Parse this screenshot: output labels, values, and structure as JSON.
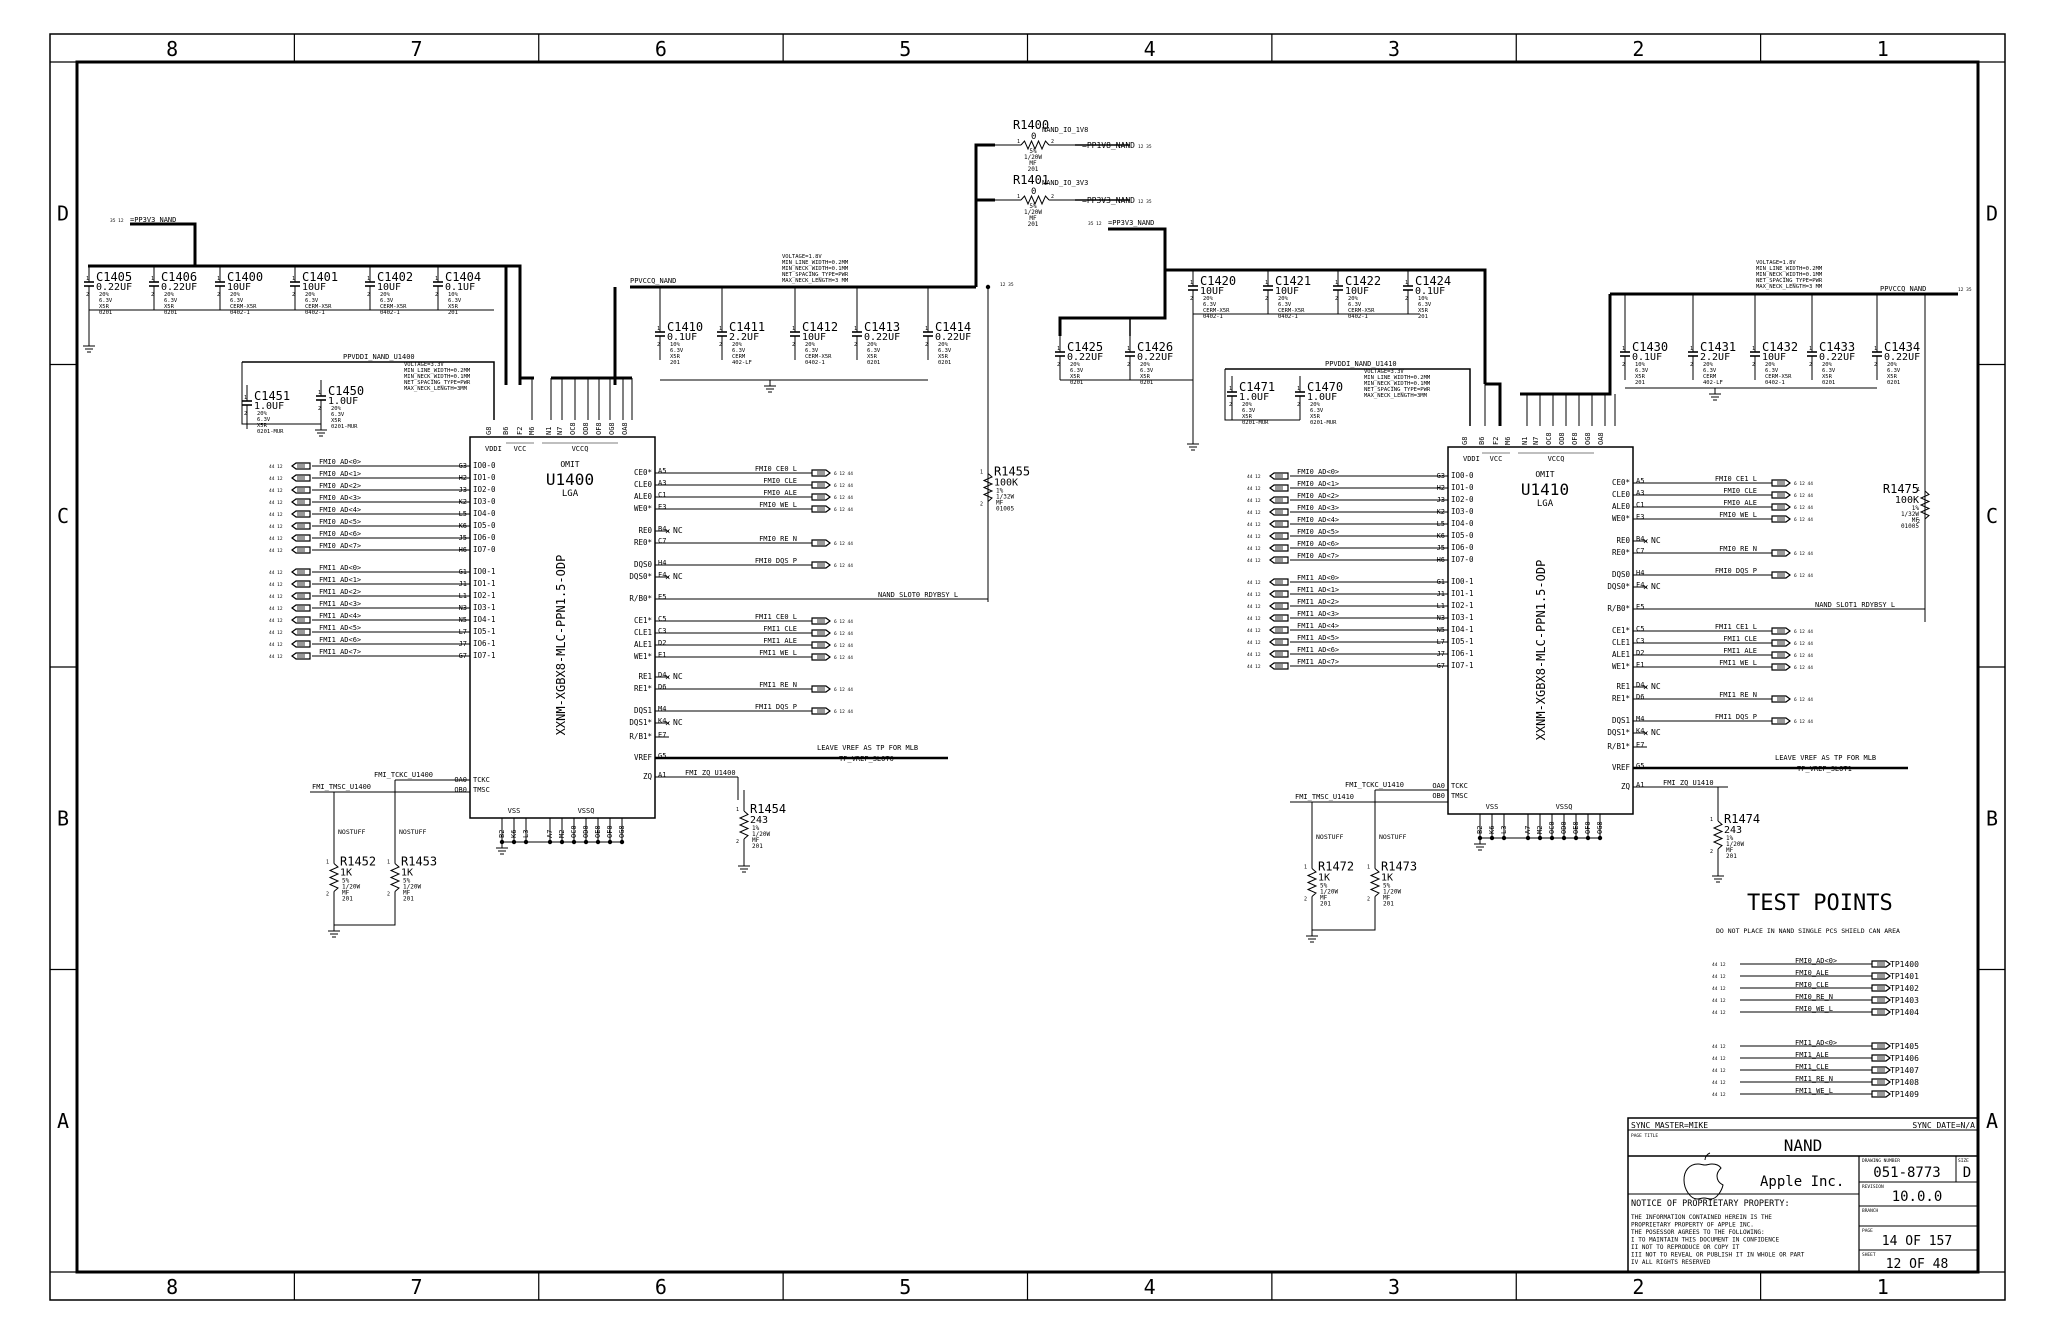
{
  "sheet": {
    "title": "NAND",
    "sync_master": "SYNC_MASTER=MIKE",
    "sync_date": "SYNC_DATE=N/A",
    "page_title_label": "PAGE TITLE",
    "company": "Apple Inc.",
    "drawing_number_label": "DRAWING NUMBER",
    "drawing_number": "051-8773",
    "size_label": "SIZE",
    "size": "D",
    "revision_label": "REVISION",
    "revision": "10.0.0",
    "branch_label": "BRANCH",
    "page_label": "PAGE",
    "page": "14 OF 157",
    "sheet_label": "SHEET",
    "sheet_no": "12 OF 48",
    "notice_title": "NOTICE OF PROPRIETARY PROPERTY:",
    "notice_lines": [
      "THE INFORMATION CONTAINED HEREIN IS THE",
      "PROPRIETARY PROPERTY OF APPLE INC.",
      "THE POSESSOR AGREES TO THE FOLLOWING:",
      "I TO MAINTAIN THIS DOCUMENT IN CONFIDENCE",
      "II NOT TO REPRODUCE OR COPY IT",
      "III NOT TO REVEAL OR PUBLISH IT IN WHOLE OR PART",
      "IV ALL RIGHTS RESERVED"
    ]
  },
  "frame": {
    "columns": [
      "8",
      "7",
      "6",
      "5",
      "4",
      "3",
      "2",
      "1"
    ],
    "rows": [
      "D",
      "C",
      "B",
      "A"
    ]
  },
  "rails": {
    "pp3v3_nand_left": "=PP3V3_NAND",
    "pp3v3_nand_right": "=PP3V3_NAND",
    "ppvcco_nand_left": "PPVCCQ_NAND",
    "ppvcco_nand_right": "PPVCCQ_NAND",
    "ppvddi_u1400": "PPVDDI_NAND_U1400",
    "ppvddi_u1410": "PPVDDI_NAND_U1410",
    "nand_io_1v8": "NAND_IO_1V8",
    "nand_io_3v3": "NAND_IO_3V3",
    "pp1v8_nand": "=PP1V8_NAND",
    "pp3v3_nand_mid": "=PP3V3_NAND",
    "rule_vccq": [
      "VOLTAGE=1.8V",
      "MIN_LINE_WIDTH=0.2MM",
      "MIN_NECK_WIDTH=0.1MM",
      "NET_SPACING_TYPE=PWR",
      "MAX_NECK_LENGTH=3 MM"
    ],
    "rule_vddi": [
      "VOLTAGE=3.3V",
      "MIN_LINE_WIDTH=0.2MM",
      "MIN_NECK_WIDTH=0.1MM",
      "NET_SPACING_TYPE=PWR",
      "MAX_NECK_LENGTH=3MM"
    ]
  },
  "resistors": {
    "r1400": {
      "ref": "R1400",
      "val": "0",
      "spec": [
        "5%",
        "1/20W",
        "MF",
        "201"
      ]
    },
    "r1401": {
      "ref": "R1401",
      "val": "0",
      "spec": [
        "5%",
        "1/20W",
        "MF",
        "201"
      ]
    },
    "r1455": {
      "ref": "R1455",
      "val": "100K",
      "spec": [
        "1%",
        "1/32W",
        "MF",
        "01005"
      ]
    },
    "r1475": {
      "ref": "R1475",
      "val": "100K",
      "spec": [
        "1%",
        "1/32W",
        "MF",
        "01005"
      ]
    },
    "r1454": {
      "ref": "R1454",
      "val": "243",
      "spec": [
        "1%",
        "1/20W",
        "MF",
        "201"
      ]
    },
    "r1474": {
      "ref": "R1474",
      "val": "243",
      "spec": [
        "1%",
        "1/20W",
        "MF",
        "201"
      ]
    },
    "r1452": {
      "ref": "R1452",
      "val": "1K",
      "spec": [
        "5%",
        "1/20W",
        "MF",
        "201"
      ],
      "note": "NOSTUFF"
    },
    "r1453": {
      "ref": "R1453",
      "val": "1K",
      "spec": [
        "5%",
        "1/20W",
        "MF",
        "201"
      ],
      "note": "NOSTUFF"
    },
    "r1472": {
      "ref": "R1472",
      "val": "1K",
      "spec": [
        "5%",
        "1/20W",
        "MF",
        "201"
      ],
      "note": "NOSTUFF"
    },
    "r1473": {
      "ref": "R1473",
      "val": "1K",
      "spec": [
        "5%",
        "1/20W",
        "MF",
        "201"
      ],
      "note": "NOSTUFF"
    }
  },
  "caps_top_left": [
    {
      "ref": "C1405",
      "val": "0.22UF",
      "spec": [
        "20%",
        "6.3V",
        "X5R",
        "0201"
      ]
    },
    {
      "ref": "C1406",
      "val": "0.22UF",
      "spec": [
        "20%",
        "6.3V",
        "X5R",
        "0201"
      ]
    },
    {
      "ref": "C1400",
      "val": "10UF",
      "spec": [
        "20%",
        "6.3V",
        "CERM-X5R",
        "0402-1"
      ]
    },
    {
      "ref": "C1401",
      "val": "10UF",
      "spec": [
        "20%",
        "6.3V",
        "CERM-X5R",
        "0402-1"
      ]
    },
    {
      "ref": "C1402",
      "val": "10UF",
      "spec": [
        "20%",
        "6.3V",
        "CERM-X5R",
        "0402-1"
      ]
    },
    {
      "ref": "C1404",
      "val": "0.1UF",
      "spec": [
        "10%",
        "6.3V",
        "X5R",
        "201"
      ]
    }
  ],
  "caps_vccq_left": [
    {
      "ref": "C1410",
      "val": "0.1UF",
      "spec": [
        "10%",
        "6.3V",
        "X5R",
        "201"
      ]
    },
    {
      "ref": "C1411",
      "val": "2.2UF",
      "spec": [
        "20%",
        "6.3V",
        "CERM",
        "402-LF"
      ]
    },
    {
      "ref": "C1412",
      "val": "10UF",
      "spec": [
        "20%",
        "6.3V",
        "CERM-X5R",
        "0402-1"
      ]
    },
    {
      "ref": "C1413",
      "val": "0.22UF",
      "spec": [
        "20%",
        "6.3V",
        "X5R",
        "0201"
      ]
    },
    {
      "ref": "C1414",
      "val": "0.22UF",
      "spec": [
        "20%",
        "6.3V",
        "X5R",
        "0201"
      ]
    }
  ],
  "caps_vddi_left": [
    {
      "ref": "C1451",
      "val": "1.0UF",
      "spec": [
        "20%",
        "6.3V",
        "X5R",
        "0201-MUR"
      ]
    },
    {
      "ref": "C1450",
      "val": "1.0UF",
      "spec": [
        "20%",
        "6.3V",
        "X5R",
        "0201-MUR"
      ]
    }
  ],
  "caps_right_low": [
    {
      "ref": "C1425",
      "val": "0.22UF",
      "spec": [
        "20%",
        "6.3V",
        "X5R",
        "0201"
      ]
    },
    {
      "ref": "C1426",
      "val": "0.22UF",
      "spec": [
        "20%",
        "6.3V",
        "X5R",
        "0201"
      ]
    }
  ],
  "caps_top_right": [
    {
      "ref": "C1420",
      "val": "10UF",
      "spec": [
        "20%",
        "6.3V",
        "CERM-X5R",
        "0402-1"
      ]
    },
    {
      "ref": "C1421",
      "val": "10UF",
      "spec": [
        "20%",
        "6.3V",
        "CERM-X5R",
        "0402-1"
      ]
    },
    {
      "ref": "C1422",
      "val": "10UF",
      "spec": [
        "20%",
        "6.3V",
        "CERM-X5R",
        "0402-1"
      ]
    },
    {
      "ref": "C1424",
      "val": "0.1UF",
      "spec": [
        "10%",
        "6.3V",
        "X5R",
        "201"
      ]
    }
  ],
  "caps_vddi_right": [
    {
      "ref": "C1471",
      "val": "1.0UF",
      "spec": [
        "20%",
        "6.3V",
        "X5R",
        "0201-MUR"
      ]
    },
    {
      "ref": "C1470",
      "val": "1.0UF",
      "spec": [
        "20%",
        "6.3V",
        "X5R",
        "0201-MUR"
      ]
    }
  ],
  "caps_vccq_right": [
    {
      "ref": "C1430",
      "val": "0.1UF",
      "spec": [
        "10%",
        "6.3V",
        "X5R",
        "201"
      ]
    },
    {
      "ref": "C1431",
      "val": "2.2UF",
      "spec": [
        "20%",
        "6.3V",
        "CERM",
        "402-LF"
      ]
    },
    {
      "ref": "C1432",
      "val": "10UF",
      "spec": [
        "20%",
        "6.3V",
        "CERM-X5R",
        "0402-1"
      ]
    },
    {
      "ref": "C1433",
      "val": "0.22UF",
      "spec": [
        "20%",
        "6.3V",
        "X5R",
        "0201"
      ]
    },
    {
      "ref": "C1434",
      "val": "0.22UF",
      "spec": [
        "20%",
        "6.3V",
        "X5R",
        "0201"
      ]
    }
  ],
  "u1400": {
    "ref": "U1400",
    "pkg": "LGA",
    "omit": "OMIT",
    "part": "XXNM-XGBX8-MLC-PPN1.5-ODP",
    "top_pins": [
      "G8",
      "B6",
      "F2",
      "M6",
      "N1",
      "N7",
      "OC8",
      "OD8",
      "OF8",
      "OG8",
      "OA8"
    ],
    "top_groups": [
      "VDDI",
      "VCC",
      "VCCQ"
    ],
    "bottom_pins": [
      "B2",
      "K6",
      "L3",
      "A7",
      "M2",
      "OC0",
      "OD0",
      "OE8",
      "OF0",
      "OG8"
    ],
    "bottom_groups": [
      "VSS",
      "VSSQ"
    ],
    "left_pins": [
      {
        "pin": "G3",
        "name": "IO0-0",
        "net": "FMI0_AD<0>"
      },
      {
        "pin": "H2",
        "name": "IO1-0",
        "net": "FMI0_AD<1>"
      },
      {
        "pin": "J3",
        "name": "IO2-0",
        "net": "FMI0_AD<2>"
      },
      {
        "pin": "K2",
        "name": "IO3-0",
        "net": "FMI0_AD<3>"
      },
      {
        "pin": "L5",
        "name": "IO4-0",
        "net": "FMI0_AD<4>"
      },
      {
        "pin": "K6",
        "name": "IO5-0",
        "net": "FMI0_AD<5>"
      },
      {
        "pin": "J5",
        "name": "IO6-0",
        "net": "FMI0_AD<6>"
      },
      {
        "pin": "H6",
        "name": "IO7-0",
        "net": "FMI0_AD<7>"
      },
      {
        "pin": "G1",
        "name": "IO0-1",
        "net": "FMI1_AD<0>"
      },
      {
        "pin": "J1",
        "name": "IO1-1",
        "net": "FMI1_AD<1>"
      },
      {
        "pin": "L1",
        "name": "IO2-1",
        "net": "FMI1_AD<2>"
      },
      {
        "pin": "N3",
        "name": "IO3-1",
        "net": "FMI1_AD<3>"
      },
      {
        "pin": "N5",
        "name": "IO4-1",
        "net": "FMI1_AD<4>"
      },
      {
        "pin": "L7",
        "name": "IO5-1",
        "net": "FMI1_AD<5>"
      },
      {
        "pin": "J7",
        "name": "IO6-1",
        "net": "FMI1_AD<6>"
      },
      {
        "pin": "G7",
        "name": "IO7-1",
        "net": "FMI1_AD<7>"
      }
    ],
    "right_pins": [
      {
        "name": "CE0*",
        "pin": "A5",
        "net": "FMI0_CE0_L"
      },
      {
        "name": "CLE0",
        "pin": "A3",
        "net": "FMI0_CLE"
      },
      {
        "name": "ALE0",
        "pin": "C1",
        "net": "FMI0_ALE"
      },
      {
        "name": "WE0*",
        "pin": "E3",
        "net": "FMI0_WE_L"
      },
      {
        "name": "RE0",
        "pin": "B4",
        "net": "NC"
      },
      {
        "name": "RE0*",
        "pin": "C7",
        "net": "FMI0_RE_N"
      },
      {
        "name": "DQS0",
        "pin": "H4",
        "net": "FMI0_DQS_P"
      },
      {
        "name": "DQS0*",
        "pin": "F4",
        "net": "NC"
      },
      {
        "name": "R/B0*",
        "pin": "E5",
        "net": "NAND_SLOT0_RDYBSY_L"
      },
      {
        "name": "CE1*",
        "pin": "C5",
        "net": "FMI1_CE0_L"
      },
      {
        "name": "CLE1",
        "pin": "C3",
        "net": "FMI1_CLE"
      },
      {
        "name": "ALE1",
        "pin": "D2",
        "net": "FMI1_ALE"
      },
      {
        "name": "WE1*",
        "pin": "E1",
        "net": "FMI1_WE_L"
      },
      {
        "name": "RE1",
        "pin": "D4",
        "net": "NC"
      },
      {
        "name": "RE1*",
        "pin": "D6",
        "net": "FMI1_RE_N"
      },
      {
        "name": "DQS1",
        "pin": "M4",
        "net": "FMI1_DQS_P"
      },
      {
        "name": "DQS1*",
        "pin": "K4",
        "net": "NC"
      },
      {
        "name": "R/B1*",
        "pin": "E7",
        "net": ""
      },
      {
        "name": "VREF",
        "pin": "G5",
        "net": ""
      },
      {
        "name": "ZQ",
        "pin": "A1",
        "net": "FMI_ZQ_U1400"
      }
    ],
    "tckc": "TCKC",
    "tmsc": "TMSC",
    "oa0": "OA0",
    "ob0": "OB0",
    "tckc_net": "FMI_TCKC_U1400",
    "tmsc_net": "FMI_TMSC_U1400",
    "vref_note": [
      "LEAVE VREF AS TP FOR MLB",
      "TP_VREF_SLOT0"
    ]
  },
  "u1410": {
    "ref": "U1410",
    "pkg": "LGA",
    "omit": "OMIT",
    "part": "XXNM-XGBX8-MLC-PPN1.5-ODP",
    "top_pins": [
      "G8",
      "B6",
      "F2",
      "M6",
      "N1",
      "N7",
      "OC8",
      "OD8",
      "OF8",
      "OG8",
      "OA8"
    ],
    "top_groups": [
      "VDDI",
      "VCC",
      "VCCQ"
    ],
    "bottom_pins": [
      "B2",
      "K6",
      "L3",
      "A7",
      "M2",
      "OC0",
      "OD0",
      "OE8",
      "OF0",
      "OG8"
    ],
    "bottom_groups": [
      "VSS",
      "VSSQ"
    ],
    "left_pins": [
      {
        "pin": "G3",
        "name": "IO0-0",
        "net": "FMI0_AD<0>"
      },
      {
        "pin": "H2",
        "name": "IO1-0",
        "net": "FMI0_AD<1>"
      },
      {
        "pin": "J3",
        "name": "IO2-0",
        "net": "FMI0_AD<2>"
      },
      {
        "pin": "K2",
        "name": "IO3-0",
        "net": "FMI0_AD<3>"
      },
      {
        "pin": "L5",
        "name": "IO4-0",
        "net": "FMI0_AD<4>"
      },
      {
        "pin": "K6",
        "name": "IO5-0",
        "net": "FMI0_AD<5>"
      },
      {
        "pin": "J5",
        "name": "IO6-0",
        "net": "FMI0_AD<6>"
      },
      {
        "pin": "H6",
        "name": "IO7-0",
        "net": "FMI0_AD<7>"
      },
      {
        "pin": "G1",
        "name": "IO0-1",
        "net": "FMI1_AD<0>"
      },
      {
        "pin": "J1",
        "name": "IO1-1",
        "net": "FMI1_AD<1>"
      },
      {
        "pin": "L1",
        "name": "IO2-1",
        "net": "FMI1_AD<2>"
      },
      {
        "pin": "N3",
        "name": "IO3-1",
        "net": "FMI1_AD<3>"
      },
      {
        "pin": "N5",
        "name": "IO4-1",
        "net": "FMI1_AD<4>"
      },
      {
        "pin": "L7",
        "name": "IO5-1",
        "net": "FMI1_AD<5>"
      },
      {
        "pin": "J7",
        "name": "IO6-1",
        "net": "FMI1_AD<6>"
      },
      {
        "pin": "G7",
        "name": "IO7-1",
        "net": "FMI1_AD<7>"
      }
    ],
    "right_pins": [
      {
        "name": "CE0*",
        "pin": "A5",
        "net": "FMI0_CE1_L"
      },
      {
        "name": "CLE0",
        "pin": "A3",
        "net": "FMI0_CLE"
      },
      {
        "name": "ALE0",
        "pin": "C1",
        "net": "FMI0_ALE"
      },
      {
        "name": "WE0*",
        "pin": "E3",
        "net": "FMI0_WE_L"
      },
      {
        "name": "RE0",
        "pin": "B4",
        "net": "NC"
      },
      {
        "name": "RE0*",
        "pin": "C7",
        "net": "FMI0_RE_N"
      },
      {
        "name": "DQS0",
        "pin": "H4",
        "net": "FMI0_DQS_P"
      },
      {
        "name": "DQS0*",
        "pin": "F4",
        "net": "NC"
      },
      {
        "name": "R/B0*",
        "pin": "E5",
        "net": "NAND_SLOT1_RDYBSY_L"
      },
      {
        "name": "CE1*",
        "pin": "C5",
        "net": "FMI1_CE1_L"
      },
      {
        "name": "CLE1",
        "pin": "C3",
        "net": "FMI1_CLE"
      },
      {
        "name": "ALE1",
        "pin": "D2",
        "net": "FMI1_ALE"
      },
      {
        "name": "WE1*",
        "pin": "E1",
        "net": "FMI1_WE_L"
      },
      {
        "name": "RE1",
        "pin": "D4",
        "net": "NC"
      },
      {
        "name": "RE1*",
        "pin": "D6",
        "net": "FMI1_RE_N"
      },
      {
        "name": "DQS1",
        "pin": "M4",
        "net": "FMI1_DQS_P"
      },
      {
        "name": "DQS1*",
        "pin": "K4",
        "net": "NC"
      },
      {
        "name": "R/B1*",
        "pin": "E7",
        "net": ""
      },
      {
        "name": "VREF",
        "pin": "G5",
        "net": ""
      },
      {
        "name": "ZQ",
        "pin": "A1",
        "net": "FMI_ZQ_U1410"
      }
    ],
    "tckc": "TCKC",
    "tmsc": "TMSC",
    "oa0": "OA0",
    "ob0": "OB0",
    "tckc_net": "FMI_TCKC_U1410",
    "tmsc_net": "FMI_TMSC_U1410",
    "vref_note": [
      "LEAVE VREF AS TP FOR MLB",
      "TP_VREF_SLOT1"
    ]
  },
  "test_points": {
    "title": "TEST POINTS",
    "note": "DO NOT PLACE IN NAND SINGLE PCS SHIELD CAN AREA",
    "group1": [
      {
        "net": "FMI0_AD<0>",
        "tp": "TP1400"
      },
      {
        "net": "FMI0_ALE",
        "tp": "TP1401"
      },
      {
        "net": "FMI0_CLE",
        "tp": "TP1402"
      },
      {
        "net": "FMI0_RE_N",
        "tp": "TP1403"
      },
      {
        "net": "FMI0_WE_L",
        "tp": "TP1404"
      }
    ],
    "group2": [
      {
        "net": "FMI1_AD<0>",
        "tp": "TP1405"
      },
      {
        "net": "FMI1_ALE",
        "tp": "TP1406"
      },
      {
        "net": "FMI1_CLE",
        "tp": "TP1407"
      },
      {
        "net": "FMI1_RE_N",
        "tp": "TP1408"
      },
      {
        "net": "FMI1_WE_L",
        "tp": "TP1409"
      }
    ]
  },
  "misc": {
    "nc": "NC",
    "ref_small": "44 12",
    "ref_small_r": "6 12 44",
    "ref_rail": "35 12",
    "ref_rail_r": "12 35"
  }
}
